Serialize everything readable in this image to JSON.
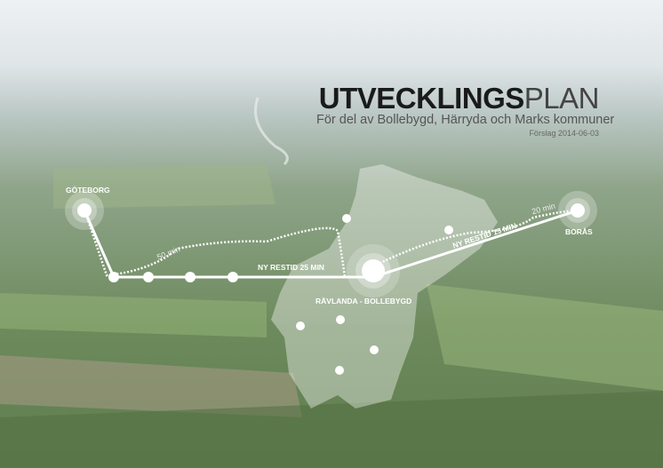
{
  "title": {
    "bold": "UTVECKLINGS",
    "light": "PLAN",
    "subtitle": "För del av Bollebygd, Härryda och Marks kommuner",
    "date": "Förslag 2014-06-03"
  },
  "map": {
    "places": {
      "goteborg": "GÖTEBORG",
      "boras": "BORÅS",
      "ravlanda": "RÄVLANDA - BOLLEBYGD"
    },
    "routes": {
      "new_west": "NY RESTID 25 MIN",
      "new_east": "NY RESTID 15 MIN",
      "old_west": "50 min",
      "old_east": "20 min"
    }
  },
  "colors": {
    "sky": "#e4eaee",
    "forest": "#5f7d5a",
    "field": "#8fae72",
    "overlay": "#ffffff"
  }
}
